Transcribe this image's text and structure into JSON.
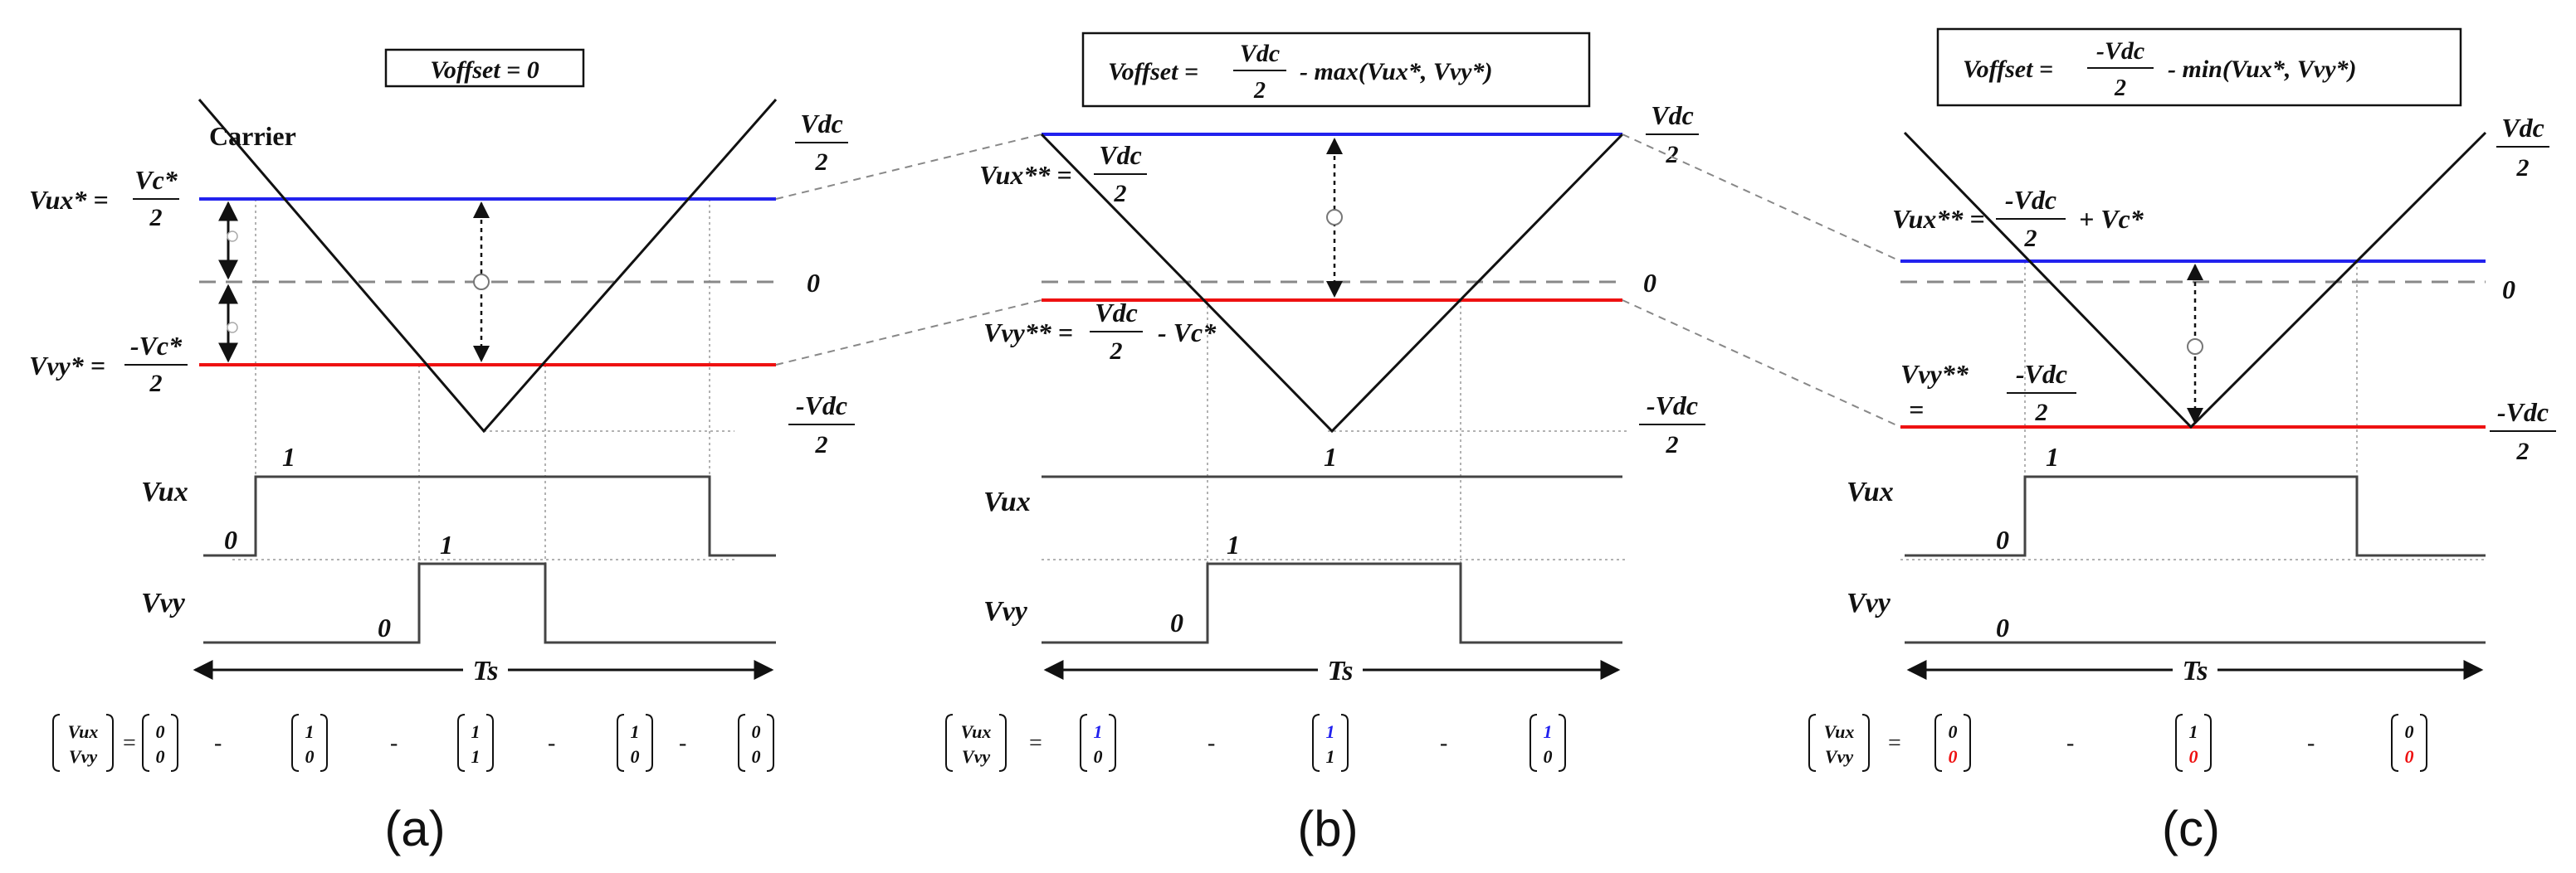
{
  "colors": {
    "blue": "#2222ee",
    "red": "#ee1111",
    "black": "#111111",
    "dash": "#888888"
  },
  "panel_a": {
    "title": "Voffset = 0",
    "carrier": "Carrier",
    "vux_ref": "Vux* =",
    "vc_num": "Vc*",
    "vc_den": "2",
    "vvy_ref": "Vvy* =",
    "neg_vc_num": "-Vc*",
    "neg_vc_den": "2",
    "vdc_num": "Vdc",
    "vdc_den": "2",
    "zero": "0",
    "neg_vdc_num": "-Vdc",
    "neg_vdc_den": "2",
    "vux": "Vux",
    "vvy": "Vvy",
    "one": "1",
    "zero_lvl": "0",
    "ts": "Ts",
    "vec_top": "Vux",
    "vec_bot": "Vvy",
    "vectors": [
      {
        "top": "0",
        "bot": "0"
      },
      {
        "top": "1",
        "bot": "0"
      },
      {
        "top": "1",
        "bot": "1"
      },
      {
        "top": "1",
        "bot": "0"
      },
      {
        "top": "0",
        "bot": "0"
      }
    ],
    "caption": "(a)"
  },
  "panel_b": {
    "title_pre": "Voffset =",
    "title_num": "Vdc",
    "title_den": "2",
    "title_post": "- max(Vux*, Vvy*)",
    "vux_ref": "Vux** =",
    "vux_num": "Vdc",
    "vux_den": "2",
    "vvy_ref": "Vvy** =",
    "vvy_num": "Vdc",
    "vvy_den": "2",
    "vvy_post": "- Vc*",
    "vdc_num": "Vdc",
    "vdc_den": "2",
    "zero": "0",
    "neg_vdc_num": "-Vdc",
    "neg_vdc_den": "2",
    "vux": "Vux",
    "vvy": "Vvy",
    "one_a": "1",
    "one_b": "1",
    "zero_lvl": "0",
    "ts": "Ts",
    "vec_top": "Vux",
    "vec_bot": "Vvy",
    "vectors": [
      {
        "top": "1",
        "bot": "0"
      },
      {
        "top": "1",
        "bot": "1"
      },
      {
        "top": "1",
        "bot": "0"
      }
    ],
    "caption": "(b)"
  },
  "panel_c": {
    "title_pre": "Voffset =",
    "title_num": "-Vdc",
    "title_den": "2",
    "title_post": "- min(Vux*, Vvy*)",
    "vux_ref": "Vux** =",
    "vux_num": "-Vdc",
    "vux_den": "2",
    "vux_post": "+ Vc*",
    "vvy_ref": "Vvy**",
    "vvy_eq": "=",
    "vvy_num": "-Vdc",
    "vvy_den": "2",
    "vdc_num": "Vdc",
    "vdc_den": "2",
    "zero": "0",
    "neg_vdc_num": "-Vdc",
    "neg_vdc_den": "2",
    "vux": "Vux",
    "vvy": "Vvy",
    "one": "1",
    "zero_a": "0",
    "zero_b": "0",
    "ts": "Ts",
    "vec_top": "Vux",
    "vec_bot": "Vvy",
    "vectors": [
      {
        "top": "0",
        "bot": "0"
      },
      {
        "top": "1",
        "bot": "0"
      },
      {
        "top": "0",
        "bot": "0"
      }
    ],
    "caption": "(c)"
  }
}
